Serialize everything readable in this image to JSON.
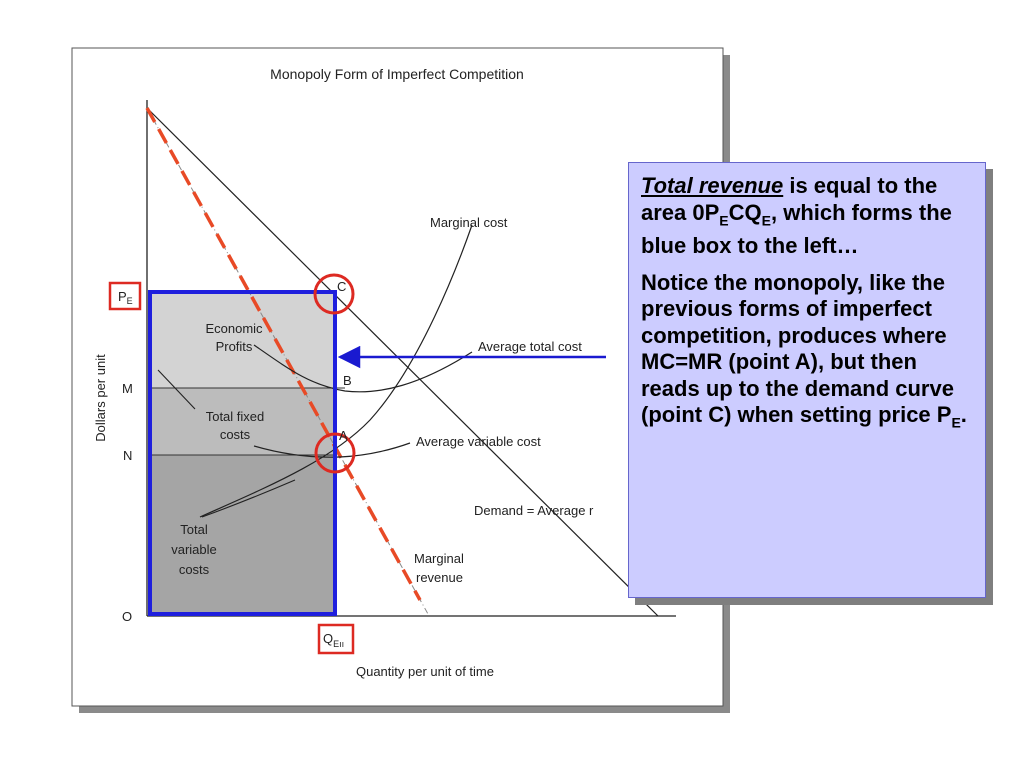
{
  "diagram": {
    "title": "Monopoly Form of Imperfect Competition",
    "y_axis_label": "Dollars per unit",
    "x_axis_label": "Quantity per unit of time",
    "axis_ticks": {
      "pe_main": "P",
      "pe_sub": "E",
      "m": "M",
      "n": "N",
      "origin": "O",
      "qe_main": "Q",
      "qe_sub": "Eıı"
    },
    "curve_labels": {
      "marginal_cost": "Marginal cost",
      "average_total_cost": "Average total cost",
      "average_variable_cost": "Average variable cost",
      "demand": "Demand = Average r",
      "marginal_revenue_line1": "Marginal",
      "marginal_revenue_line2": "revenue"
    },
    "point_labels": {
      "c": "C",
      "b": "B",
      "a": "A"
    },
    "area_labels": {
      "economic_profits_line1": "Economic",
      "economic_profits_line2": "Profits",
      "total_fixed_costs_line1": "Total fixed",
      "total_fixed_costs_line2": "costs",
      "total_variable_costs_line1": "Total",
      "total_variable_costs_line2": "variable",
      "total_variable_costs_line3": "costs"
    },
    "colors": {
      "highlight_box": "#1f1fdd",
      "marker_red": "#dd2a22",
      "mr_dash": "#e84a26",
      "arrow": "#1a1ad0",
      "profit_fill": "#d3d3d3",
      "fixed_fill": "#bcbcbc",
      "variable_fill": "#a5a5a5"
    }
  },
  "callout": {
    "p1_term": "Total revenue",
    "p1_a": " is equal to the area 0P",
    "p1_sub1": "E",
    "p1_b": "CQ",
    "p1_sub2": "E",
    "p1_c": ", which forms the blue box to the left…",
    "p2_a": "Notice the monopoly, like the previous forms of imperfect competition, produces where MC=MR (point A), but then reads up to the demand curve (point C) when setting price P",
    "p2_sub": "E",
    "p2_b": "."
  }
}
